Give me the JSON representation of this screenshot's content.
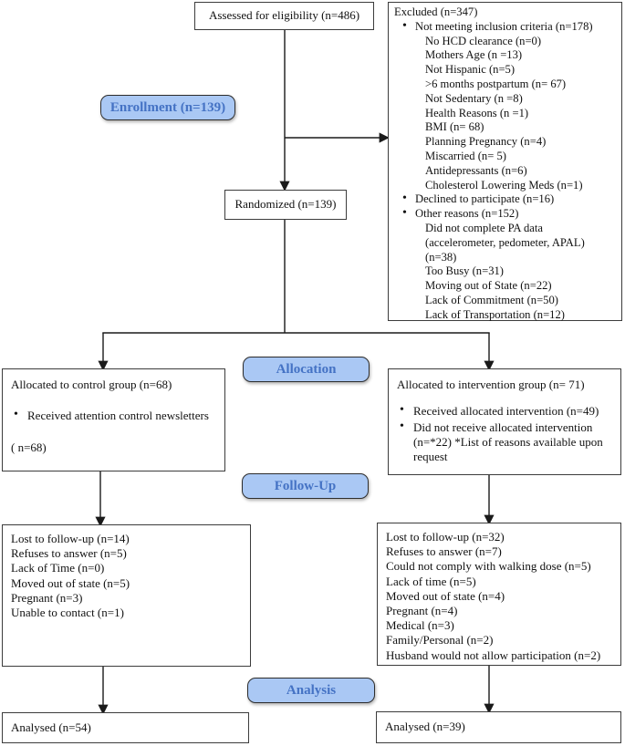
{
  "stages": {
    "enrollment": "Enrollment (n=139)",
    "allocation": "Allocation",
    "follow_up": "Follow-Up",
    "analysis": "Analysis"
  },
  "colors": {
    "stage_fill": "#aac8f4",
    "stage_text": "#4472c4",
    "box_border": "#3c3c3c",
    "connector": "#1a1a1a"
  },
  "assessed": {
    "text": "Assessed for eligibility (n=486)"
  },
  "randomized": {
    "text": "Randomized (n=139)"
  },
  "excluded": {
    "lines": [
      "Excluded (n=347)",
      "Not meeting inclusion criteria (n=178)",
      "No HCD clearance (n=0)",
      "Mothers Age (n =13)",
      "Not Hispanic (n=5)",
      ">6 months postpartum (n= 67)",
      "Not Sedentary (n =8)",
      "Health Reasons (n =1)",
      "BMI (n= 68)",
      "Planning Pregnancy (n=4)",
      "Miscarried (n= 5)",
      "Antidepressants (n=6)",
      "Cholesterol Lowering Meds (n=1)",
      "Declined to participate (n=16)",
      "Other reasons (n=152)",
      "Did not complete PA data",
      "(accelerometer, pedometer, APAL)",
      "(n=38)",
      "Too Busy (n=31)",
      "Moving out of State (n=22)",
      "Lack of Commitment (n=50)",
      "Lack of Transportation (n=12)"
    ]
  },
  "alloc_control": {
    "title": "Allocated to control group (n=68)",
    "bullet1": "Received attention control newsletters",
    "footer": "( n=68)"
  },
  "alloc_intervention": {
    "title": "Allocated to intervention group (n= 71)",
    "bullet1": "Received allocated intervention (n=49)",
    "bullet2": "Did not receive allocated intervention (n=*22) *List of reasons available upon request"
  },
  "followup_control": {
    "lines": [
      "Lost to follow-up (n=14)",
      "Refuses to answer (n=5)",
      "Lack of Time (n=0)",
      "Moved out of state (n=5)",
      "Pregnant (n=3)",
      "Unable to contact (n=1)"
    ]
  },
  "followup_intervention": {
    "lines": [
      "Lost to follow-up (n=32)",
      "Refuses to answer (n=7)",
      "Could not comply with walking dose (n=5)",
      "Lack of time (n=5)",
      "Moved out of state (n=4)",
      "Pregnant (n=4)",
      "Medical (n=3)",
      "Family/Personal (n=2)",
      "Husband would not allow participation (n=2)"
    ]
  },
  "analysed_control": {
    "text": "Analysed (n=54)"
  },
  "analysed_intervention": {
    "text": "Analysed (n=39)"
  }
}
